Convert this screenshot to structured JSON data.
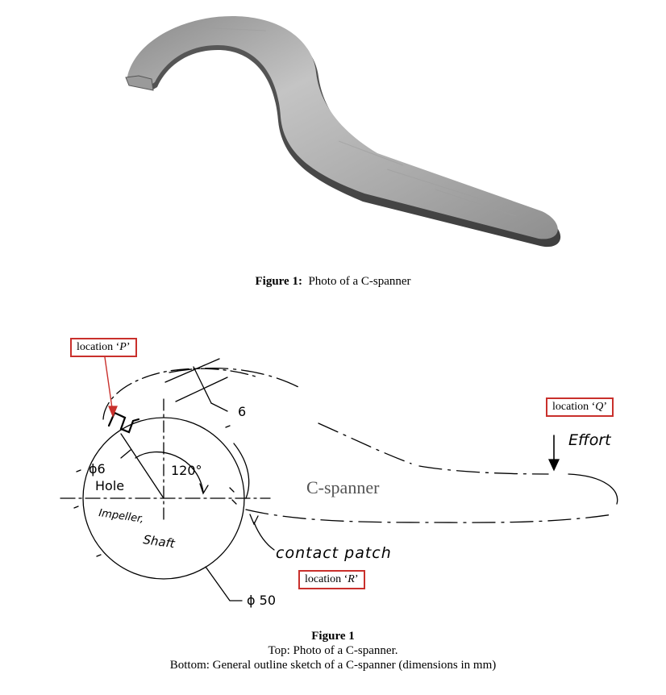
{
  "figure_top": {
    "caption_label": "Figure 1:",
    "caption_text": "Photo of a C-spanner"
  },
  "sketch": {
    "dim_6": "6",
    "dim_phi6": "ϕ6",
    "hole_label": "Hole",
    "angle_label": "120°",
    "impeller_label": "Impeller,",
    "shaft_label": "Shaft",
    "dim_phi50": "ϕ 50",
    "c_spanner_label": "C-spanner",
    "effort_label": "Effort",
    "contact_label": "contact patch",
    "location_p_prefix": "location ‘",
    "location_p_letter": "P",
    "location_p_suffix": "’",
    "location_q_prefix": "location ‘",
    "location_q_letter": "Q",
    "location_q_suffix": "’",
    "location_r_prefix": "location ‘",
    "location_r_letter": "R",
    "location_r_suffix": "’"
  },
  "figure_bottom": {
    "title": "Figure 1",
    "line1": "Top: Photo of a C-spanner.",
    "line2": "Bottom: General outline sketch of a C-spanner (dimensions in mm)"
  },
  "colors": {
    "callout_border": "#c9302c",
    "metal_light": "#b9b9b9",
    "metal_dark": "#6e6e6e"
  }
}
